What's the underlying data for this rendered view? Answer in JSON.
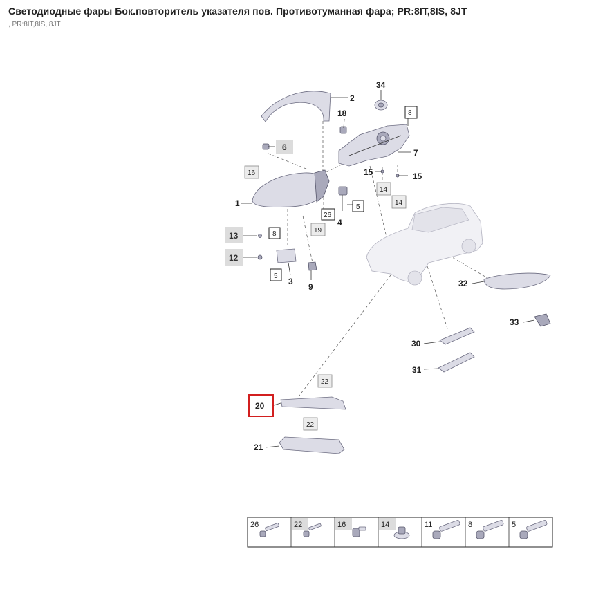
{
  "header": {
    "title": "Светодиодные фары Бок.повторитель указателя пов. Противотуманная фара; PR:8IT,8IS, 8JT",
    "subtitle": ", PR:8IT,8IS, 8JT"
  },
  "diagram": {
    "selected_part": "20",
    "callouts": {
      "p1": "1",
      "p2": "2",
      "p3": "3",
      "p4": "4",
      "p5a": "5",
      "p5b": "5",
      "p6": "6",
      "p7": "7",
      "p8a": "8",
      "p8b": "8",
      "p9": "9",
      "p12": "12",
      "p13": "13",
      "p14a": "14",
      "p14b": "14",
      "p15a": "15",
      "p15b": "15",
      "p16": "16",
      "p18": "18",
      "p19": "19",
      "p20": "20",
      "p21": "21",
      "p22a": "22",
      "p22b": "22",
      "p26": "26",
      "p30": "30",
      "p31": "31",
      "p32": "32",
      "p33": "33",
      "p34": "34"
    }
  },
  "fastener_table": {
    "cells": [
      {
        "label": "26",
        "grey": false
      },
      {
        "label": "22",
        "grey": true
      },
      {
        "label": "16",
        "grey": true
      },
      {
        "label": "14",
        "grey": true
      },
      {
        "label": "11",
        "grey": false
      },
      {
        "label": "8",
        "grey": false
      },
      {
        "label": "5",
        "grey": false
      }
    ]
  }
}
